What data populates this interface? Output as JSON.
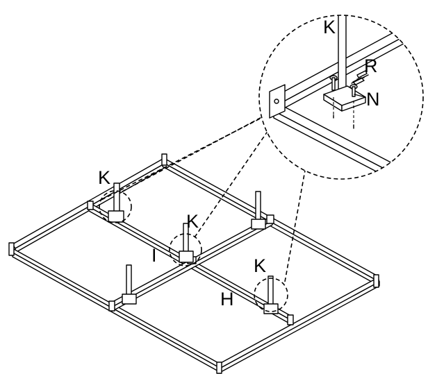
{
  "labels": {
    "k_post_left": "K",
    "k_post_center": "K",
    "k_post_right": "K",
    "k_detail": "K",
    "i_crossbar": "I",
    "h_rail": "H",
    "r_screw": "R",
    "n_nut": "N"
  }
}
